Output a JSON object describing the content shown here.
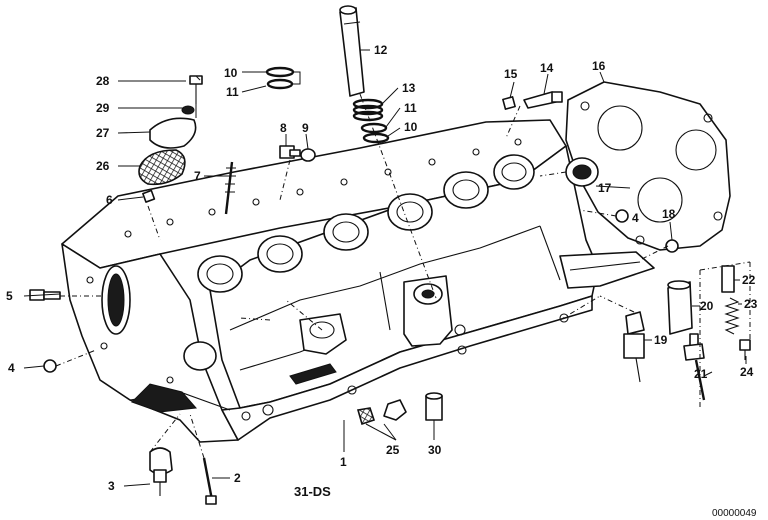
{
  "callouts": [
    "1",
    "2",
    "3",
    "4",
    "5",
    "6",
    "7",
    "8",
    "9",
    "10",
    "11",
    "12",
    "13",
    "14",
    "15",
    "16",
    "17",
    "18",
    "19",
    "20",
    "21",
    "22",
    "23",
    "24",
    "25",
    "26",
    "27",
    "28",
    "29",
    "30"
  ],
  "callouts_repeated": [
    "4",
    "10",
    "11"
  ],
  "group_ref": "31-DS",
  "doc_number": "00000049"
}
